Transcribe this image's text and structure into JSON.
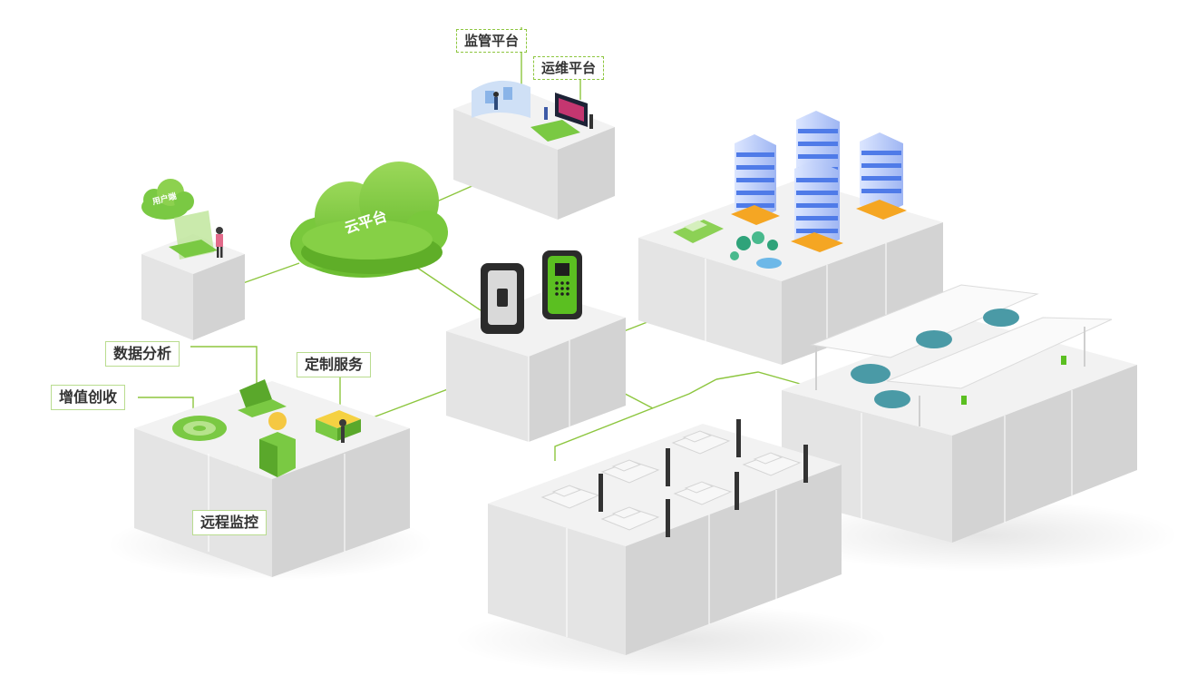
{
  "colors": {
    "accent": "#7ac943",
    "accent_dark": "#5aa82b",
    "line": "#8dc63f",
    "cube_top": "#f2f2f2",
    "cube_left": "#e3e3e3",
    "cube_right": "#d3d3d3",
    "building_blue": "#4f7be8",
    "building_orange": "#f5a623",
    "charger_black": "#2b2b2b",
    "charger_green": "#5bbf21"
  },
  "labels": {
    "supervision_platform": "监管平台",
    "operation_platform": "运维平台",
    "cloud_platform": "云平台",
    "user_side": "用户端",
    "data_analysis": "数据分析",
    "custom_service": "定制服务",
    "value_added_revenue": "增值创收",
    "remote_monitoring": "远程监控"
  },
  "icons": [
    "cloud-icon",
    "charger-station-icon",
    "building-icon",
    "car-icon",
    "carport-icon",
    "laptop-icon",
    "lightbulb-icon",
    "person-icon"
  ]
}
